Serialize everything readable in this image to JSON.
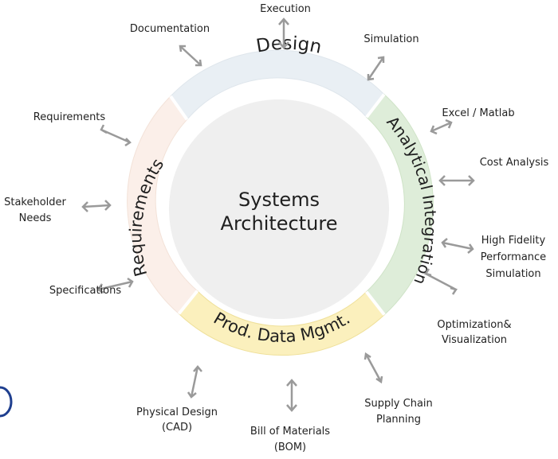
{
  "center": {
    "line1": "Systems",
    "line2": "Architecture"
  },
  "ring": {
    "design": "Design",
    "analytical": "Analytical Integration",
    "prod": "Prod. Data Mgmt.",
    "requirements": "Requirements"
  },
  "colors": {
    "design": "#e9eff4",
    "analytical": "#deedd9",
    "prod": "#fbf0bd",
    "requirements": "#fbefe9",
    "center": "#efefef",
    "arrow": "#9a9a9a",
    "partial_glyph": "#1f3f8f"
  },
  "labels": {
    "execution": "Execution",
    "documentation": "Documentation",
    "simulation": "Simulation",
    "excel_matlab": "Excel / Matlab",
    "cost_analysis": "Cost Analysis",
    "hifi_1": "High Fidelity",
    "hifi_2": "Performance",
    "hifi_3": "Simulation",
    "optim_1": "Optimization&",
    "optim_2": "Visualization",
    "supply_1": "Supply Chain",
    "supply_2": "Planning",
    "bom_1": "Bill of Materials",
    "bom_2": "(BOM)",
    "cad_1": "Physical Design",
    "cad_2": "(CAD)",
    "specifications": "Specifications",
    "stakeholder_1": "Stakeholder",
    "stakeholder_2": "Needs",
    "requirements": "Requirements"
  }
}
